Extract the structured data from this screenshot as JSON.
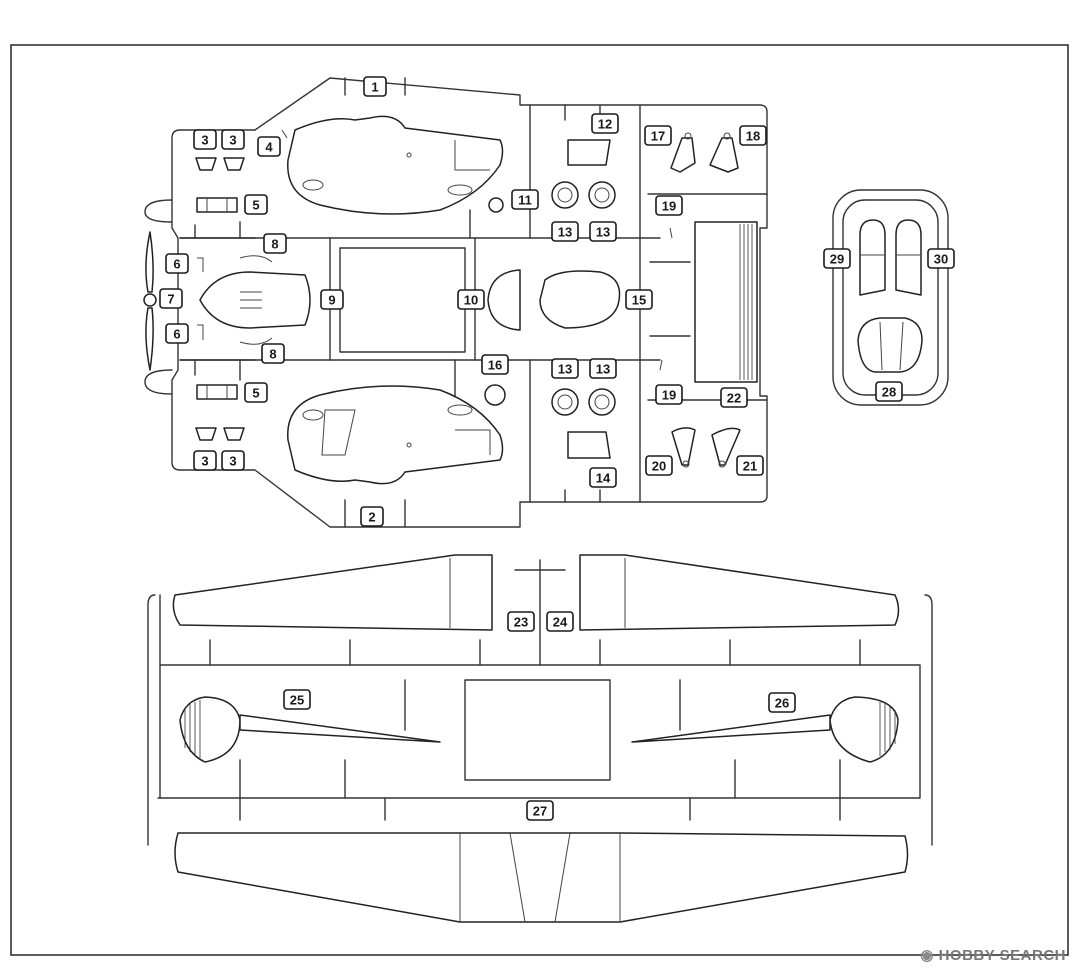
{
  "sprue_labels": {
    "p1": "1",
    "p2": "2",
    "p3": "3",
    "p4": "4",
    "p5": "5",
    "p6": "6",
    "p7": "7",
    "p8": "8",
    "p9": "9",
    "p10": "10",
    "p11": "11",
    "p12": "12",
    "p13": "13",
    "p14": "14",
    "p15": "15",
    "p16": "16",
    "p17": "17",
    "p18": "18",
    "p19": "19",
    "p20": "20",
    "p21": "21",
    "p22": "22",
    "p23": "23",
    "p24": "24",
    "p25": "25",
    "p26": "26",
    "p27": "27",
    "p28": "28",
    "p29": "29",
    "p30": "30"
  },
  "watermark": {
    "brand": "HOBBY SEARCH",
    "logo_icon": "hobby-search-logo-icon"
  }
}
